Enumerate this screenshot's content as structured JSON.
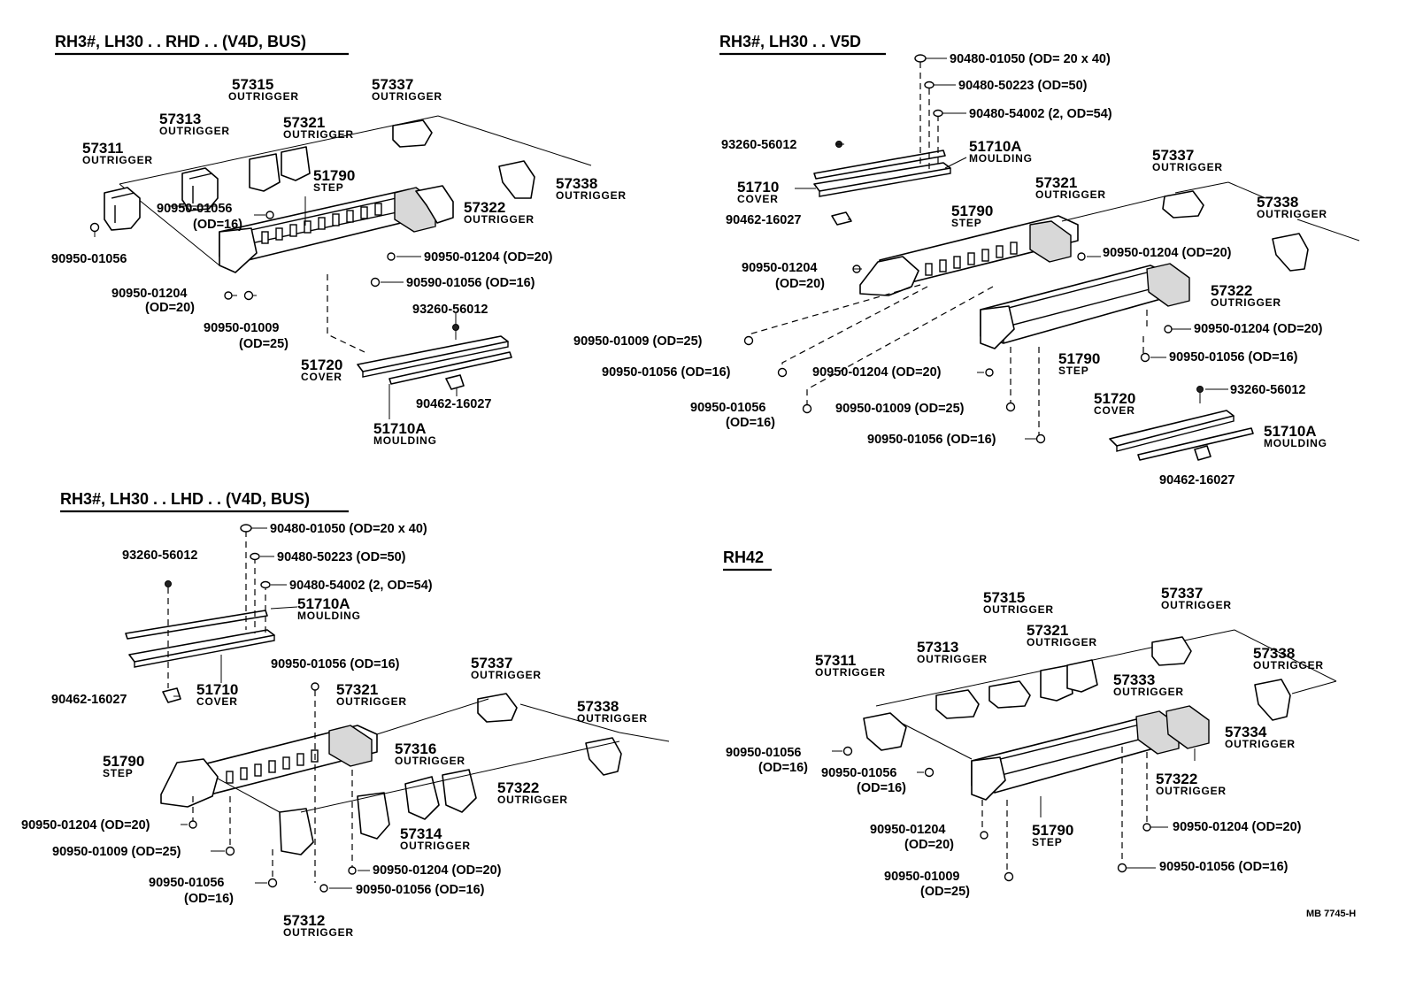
{
  "diagram_ref": "MB 7745-H",
  "sections": [
    {
      "heading": "RH3#, LH30 . . RHD . . (V4D, BUS)",
      "labels": [
        {
          "num": "57315",
          "desc": "OUTRIGGER"
        },
        {
          "num": "57337",
          "desc": "OUTRIGGER"
        },
        {
          "num": "57313",
          "desc": "OUTRIGGER"
        },
        {
          "num": "57321",
          "desc": "OUTRIGGER"
        },
        {
          "num": "57311",
          "desc": "OUTRIGGER"
        },
        {
          "num": "51790",
          "desc": "STEP"
        },
        {
          "num": "57338",
          "desc": "OUTRIGGER"
        },
        {
          "num": "57322",
          "desc": "OUTRIGGER"
        },
        {
          "num": "51720",
          "desc": "COVER"
        },
        {
          "num": "51710A",
          "desc": "MOULDING"
        }
      ],
      "parts": [
        "90950-01056",
        "(OD=16)",
        "90950-01056",
        "90950-01204 (OD=20)",
        "90590-01056 (OD=16)",
        "90950-01204",
        "(OD=20)",
        "90950-01009",
        "(OD=25)",
        "93260-56012",
        "90462-16027"
      ]
    },
    {
      "heading": "RH3#, LH30 . . V5D",
      "labels": [
        {
          "num": "51710A",
          "desc": "MOULDING"
        },
        {
          "num": "51710",
          "desc": "COVER"
        },
        {
          "num": "57321",
          "desc": "OUTRIGGER"
        },
        {
          "num": "57337",
          "desc": "OUTRIGGER"
        },
        {
          "num": "57338",
          "desc": "OUTRIGGER"
        },
        {
          "num": "51790",
          "desc": "STEP"
        },
        {
          "num": "57322",
          "desc": "OUTRIGGER"
        },
        {
          "num": "51790",
          "desc": "STEP"
        },
        {
          "num": "51720",
          "desc": "COVER"
        },
        {
          "num": "51710A",
          "desc": "MOULDING"
        }
      ],
      "parts": [
        "90480-01050 (OD= 20 x 40)",
        "90480-50223 (OD=50)",
        "90480-54002 (2, OD=54)",
        "93260-56012",
        "90462-16027",
        "90950-01204",
        "(OD=20)",
        "90950-01204 (OD=20)",
        "90950-01204 (OD=20)",
        "90950-01009 (OD=25)",
        "90950-01056 (OD=16)",
        "90950-01056 (OD=16)",
        "90950-01204 (OD=20)",
        "90950-01056",
        "(OD=16)",
        "90950-01009 (OD=25)",
        "93260-56012",
        "90950-01056 (OD=16)",
        "90462-16027"
      ]
    },
    {
      "heading": "RH3#, LH30 . . LHD . . (V4D, BUS)",
      "labels": [
        {
          "num": "51710A",
          "desc": "MOULDING"
        },
        {
          "num": "51710",
          "desc": "COVER"
        },
        {
          "num": "57337",
          "desc": "OUTRIGGER"
        },
        {
          "num": "57321",
          "desc": "OUTRIGGER"
        },
        {
          "num": "57338",
          "desc": "OUTRIGGER"
        },
        {
          "num": "51790",
          "desc": "STEP"
        },
        {
          "num": "57316",
          "desc": "OUTRIGGER"
        },
        {
          "num": "57322",
          "desc": "OUTRIGGER"
        },
        {
          "num": "57314",
          "desc": "OUTRIGGER"
        },
        {
          "num": "57312",
          "desc": "OUTRIGGER"
        }
      ],
      "parts": [
        "90480-01050 (OD=20 x 40)",
        "93260-56012",
        "90480-50223 (OD=50)",
        "90480-54002 (2, OD=54)",
        "90462-16027",
        "90950-01056 (OD=16)",
        "90950-01204 (OD=20)",
        "90950-01009 (OD=25)",
        "90950-01204 (OD=20)",
        "90950-01056",
        "(OD=16)",
        "90950-01056 (OD=16)"
      ]
    },
    {
      "heading": "RH42",
      "labels": [
        {
          "num": "57315",
          "desc": "OUTRIGGER"
        },
        {
          "num": "57337",
          "desc": "OUTRIGGER"
        },
        {
          "num": "57313",
          "desc": "OUTRIGGER"
        },
        {
          "num": "57321",
          "desc": "OUTRIGGER"
        },
        {
          "num": "57311",
          "desc": "OUTRIGGER"
        },
        {
          "num": "57338",
          "desc": "OUTRIGGER"
        },
        {
          "num": "57333",
          "desc": "OUTRIGGER"
        },
        {
          "num": "57334",
          "desc": "OUTRIGGER"
        },
        {
          "num": "57322",
          "desc": "OUTRIGGER"
        },
        {
          "num": "51790",
          "desc": "STEP"
        }
      ],
      "parts": [
        "90950-01056",
        "(OD=16)",
        "90950-01056",
        "(OD=16)",
        "90950-01204",
        "(OD=20)",
        "90950-01204 (OD=20)",
        "90950-01009",
        "(OD=25)",
        "90950-01056 (OD=16)"
      ]
    }
  ]
}
